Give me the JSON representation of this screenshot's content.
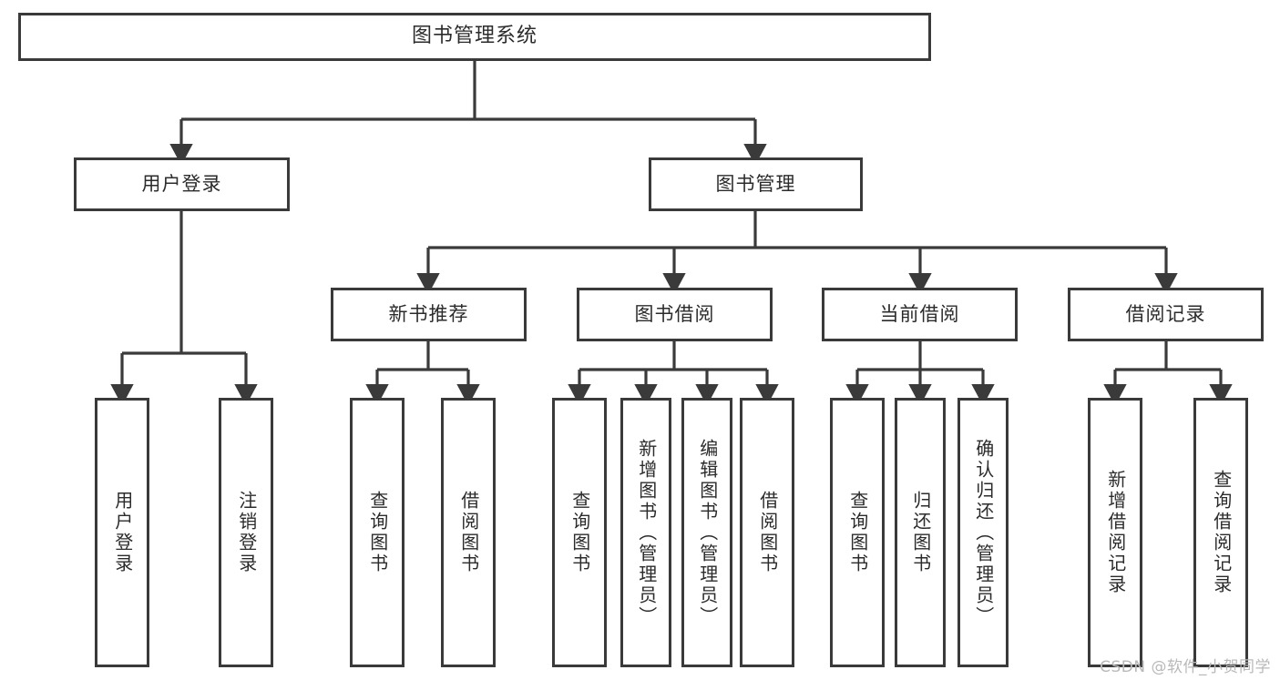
{
  "diagram": {
    "type": "tree-hierarchy",
    "title": "图书管理系统",
    "colors": {
      "stroke": "#3a3a3a",
      "fill": "#ffffff",
      "text": "#2b2b2b",
      "watermark": "#b9b9b9"
    },
    "root": {
      "label": "图书管理系统"
    },
    "level2": [
      {
        "id": "user-login",
        "label": "用户登录"
      },
      {
        "id": "book-manage",
        "label": "图书管理"
      }
    ],
    "level3": [
      {
        "id": "new-book-recommend",
        "label": "新书推荐",
        "parent": "book-manage"
      },
      {
        "id": "book-borrow",
        "label": "图书借阅",
        "parent": "book-manage"
      },
      {
        "id": "current-borrow",
        "label": "当前借阅",
        "parent": "book-manage"
      },
      {
        "id": "borrow-record",
        "label": "借阅记录",
        "parent": "book-manage"
      }
    ],
    "leaves": {
      "user-login": [
        {
          "id": "leaf-user-login",
          "label": "用户登录"
        },
        {
          "id": "leaf-logout-login",
          "label": "注销登录"
        }
      ],
      "new-book-recommend": [
        {
          "id": "leaf-query-book-1",
          "label": "查询图书"
        },
        {
          "id": "leaf-borrow-book-1",
          "label": "借阅图书"
        }
      ],
      "book-borrow": [
        {
          "id": "leaf-query-book-2",
          "label": "查询图书"
        },
        {
          "id": "leaf-add-book",
          "label": "新增图书（管理员）"
        },
        {
          "id": "leaf-edit-book",
          "label": "编辑图书（管理员）"
        },
        {
          "id": "leaf-borrow-book-2",
          "label": "借阅图书"
        }
      ],
      "current-borrow": [
        {
          "id": "leaf-query-book-3",
          "label": "查询图书"
        },
        {
          "id": "leaf-return-book",
          "label": "归还图书"
        },
        {
          "id": "leaf-confirm-return",
          "label": "确认归还（管理员）"
        }
      ],
      "borrow-record": [
        {
          "id": "leaf-add-record",
          "label": "新增借阅记录"
        },
        {
          "id": "leaf-query-record",
          "label": "查询借阅记录"
        }
      ]
    }
  },
  "watermark": {
    "text": "CSDN @软件_小贺同学"
  }
}
